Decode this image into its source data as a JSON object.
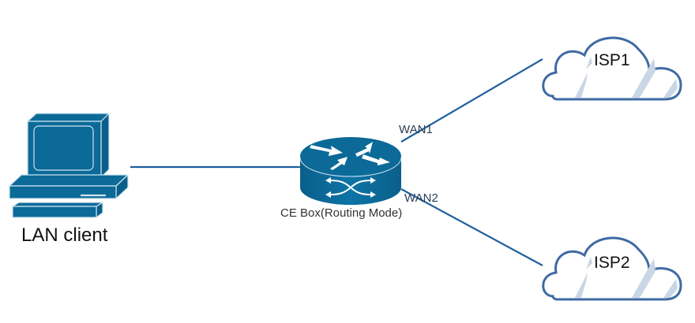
{
  "diagram": {
    "title": "",
    "nodes": [
      {
        "id": "lan",
        "label": "LAN client",
        "icon": "workstation-icon"
      },
      {
        "id": "ce",
        "label": "CE Box(Routing Mode)",
        "icon": "router-icon"
      },
      {
        "id": "isp1",
        "label": "ISP1",
        "icon": "cloud-icon"
      },
      {
        "id": "isp2",
        "label": "ISP2",
        "icon": "cloud-icon"
      }
    ],
    "edges": [
      {
        "from": "lan",
        "to": "ce",
        "label": ""
      },
      {
        "from": "ce",
        "to": "isp1",
        "label": "WAN1"
      },
      {
        "from": "ce",
        "to": "isp2",
        "label": "WAN2"
      }
    ],
    "colors": {
      "device_fill": "#0b6a98",
      "device_highlight": "#cfe3f0",
      "link": "#1f5f9e",
      "cloud_stroke": "#3e6aa3",
      "cloud_shade": "#c8d6e6"
    }
  }
}
